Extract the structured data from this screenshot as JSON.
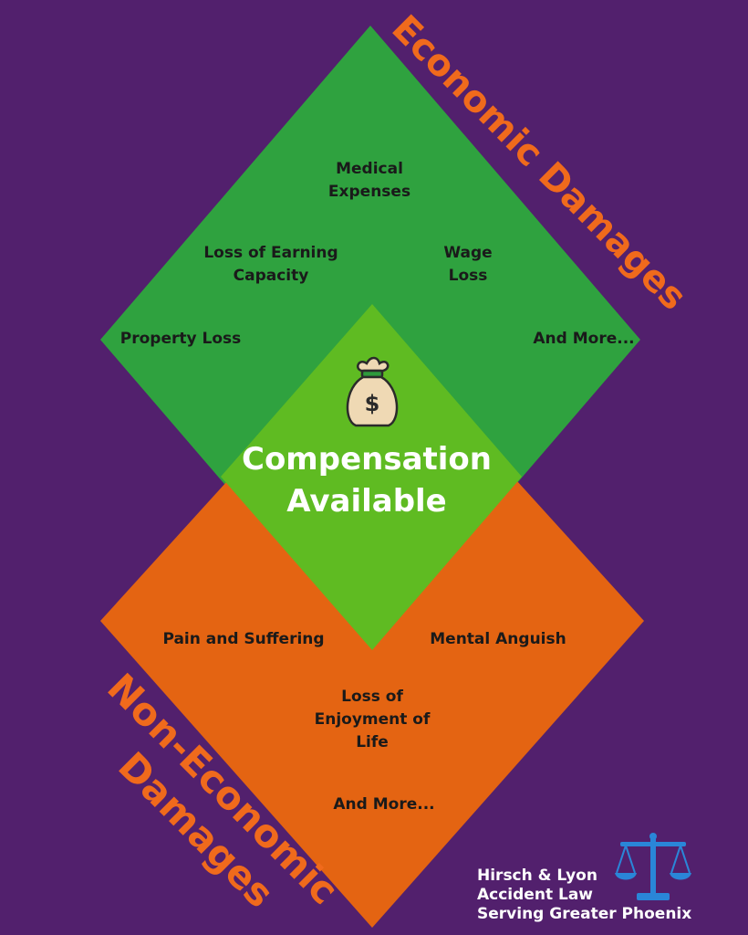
{
  "colors": {
    "background": "#52206d",
    "economic": "#2fa23f",
    "non_economic": "#e46412",
    "center": "#5fbb22",
    "title_orange": "#f06a1c",
    "scales": "#2a86d8"
  },
  "economic": {
    "title": "Economic Damages",
    "items": [
      "Medical Expenses",
      "Loss of Earning Capacity",
      "Wage Loss",
      "Property Loss",
      "And More..."
    ]
  },
  "non_economic": {
    "title_line1": "Non-Economic",
    "title_line2": "Damages",
    "items": [
      "Pain and Suffering",
      "Mental Anguish",
      "Loss of Enjoyment of Life",
      "And More..."
    ]
  },
  "center": {
    "line1": "Compensation",
    "line2": "Available",
    "icon": "money-bag-icon"
  },
  "brand": {
    "line1": "Hirsch & Lyon",
    "line2": "Accident Law",
    "line3": "Serving Greater Phoenix",
    "icon": "scales-of-justice-icon"
  }
}
